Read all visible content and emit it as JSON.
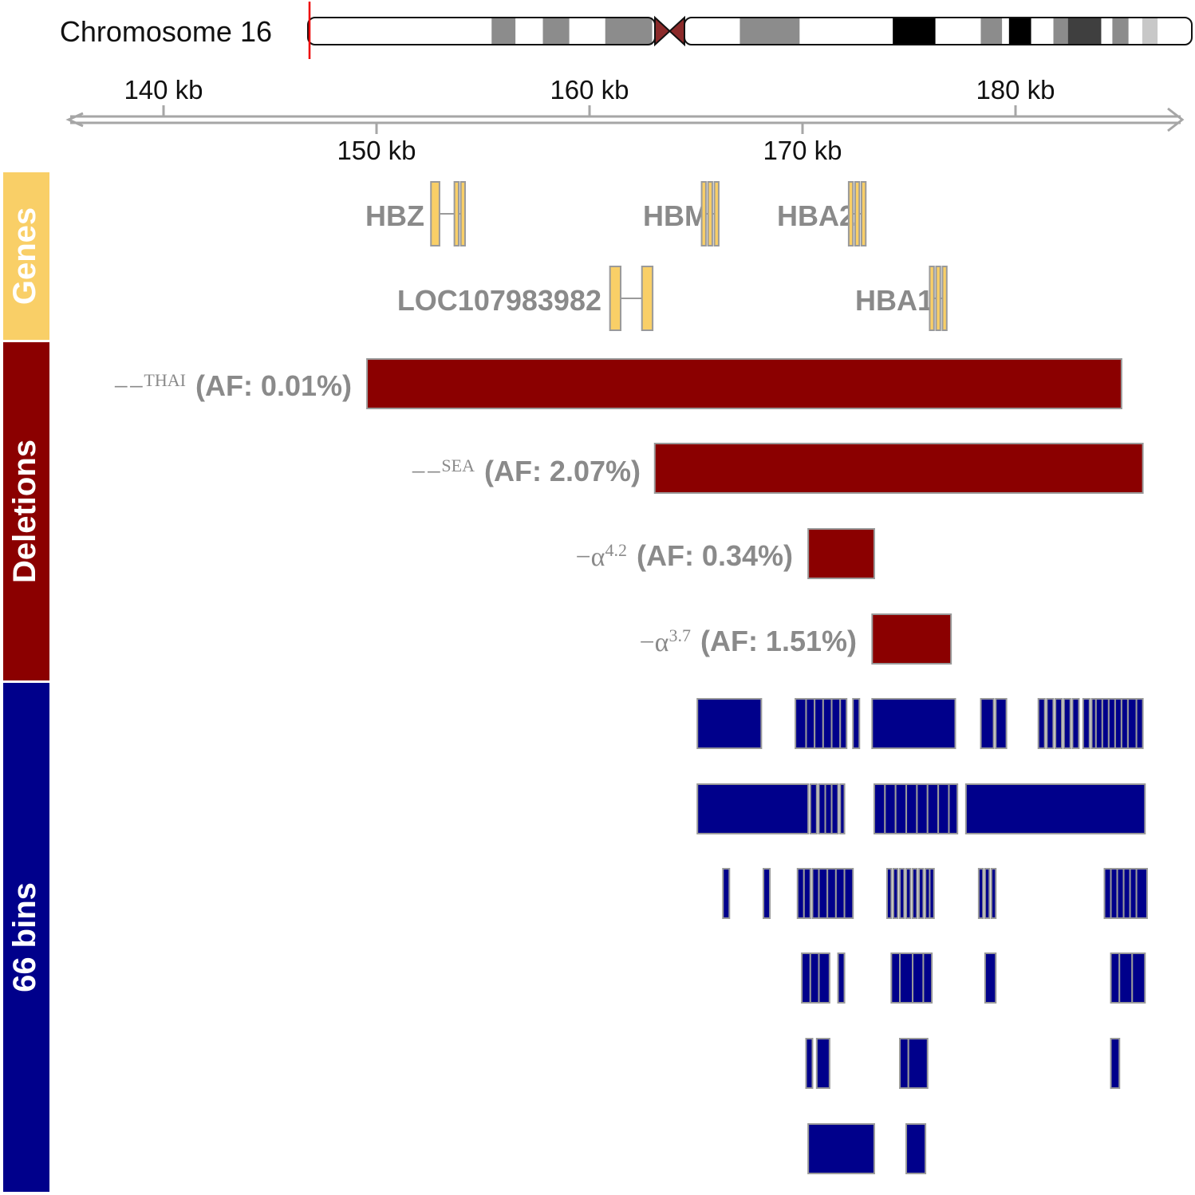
{
  "ideogram": {
    "label": "Chromosome 16",
    "bands": [
      {
        "from": 0.0,
        "to": 0.215,
        "color": "#ffffff"
      },
      {
        "from": 0.215,
        "to": 0.243,
        "color": "#8c8c8c"
      },
      {
        "from": 0.243,
        "to": 0.275,
        "color": "#ffffff"
      },
      {
        "from": 0.275,
        "to": 0.306,
        "color": "#8c8c8c"
      },
      {
        "from": 0.306,
        "to": 0.348,
        "color": "#ffffff"
      },
      {
        "from": 0.348,
        "to": 0.403,
        "color": "#8c8c8c"
      },
      {
        "from": 0.403,
        "to": 0.471,
        "color": "#ffffff"
      },
      {
        "from": 0.471,
        "to": 0.541,
        "color": "#8c8c8c"
      },
      {
        "from": 0.541,
        "to": 0.65,
        "color": "#ffffff"
      },
      {
        "from": 0.65,
        "to": 0.7,
        "color": "#000000"
      },
      {
        "from": 0.7,
        "to": 0.753,
        "color": "#ffffff"
      },
      {
        "from": 0.753,
        "to": 0.778,
        "color": "#8c8c8c"
      },
      {
        "from": 0.778,
        "to": 0.786,
        "color": "#ffffff"
      },
      {
        "from": 0.786,
        "to": 0.812,
        "color": "#000000"
      },
      {
        "from": 0.812,
        "to": 0.838,
        "color": "#ffffff"
      },
      {
        "from": 0.838,
        "to": 0.855,
        "color": "#8c8c8c"
      },
      {
        "from": 0.855,
        "to": 0.894,
        "color": "#3f3f3f"
      },
      {
        "from": 0.894,
        "to": 0.907,
        "color": "#ffffff"
      },
      {
        "from": 0.907,
        "to": 0.926,
        "color": "#8c8c8c"
      },
      {
        "from": 0.926,
        "to": 0.942,
        "color": "#ffffff"
      },
      {
        "from": 0.942,
        "to": 0.96,
        "color": "#c8c8c8"
      },
      {
        "from": 0.96,
        "to": 1.0,
        "color": "#ffffff"
      }
    ],
    "centromere_color": "#8b2a2a",
    "marker_color": "#ee0000"
  },
  "axis": {
    "top_ticks": [
      "140 kb",
      "160 kb",
      "180 kb"
    ],
    "bottom_ticks": [
      "150 kb",
      "170 kb"
    ]
  },
  "tracks": {
    "genes": {
      "label": "Genes",
      "color": "#f9cf67"
    },
    "deletions": {
      "label": "Deletions",
      "color": "#8b0000"
    },
    "bins": {
      "label": "66 bins",
      "color": "#00008b"
    }
  },
  "chart_data": {
    "type": "genome-track",
    "x_unit": "kb",
    "xlim": [
      135.0,
      187.1
    ],
    "genes": [
      {
        "name": "HBZ",
        "row": 0,
        "exons": [
          [
            152.6,
            153.0
          ],
          [
            153.7,
            153.9
          ],
          [
            154.0,
            154.2
          ]
        ]
      },
      {
        "name": "HBM",
        "row": 0,
        "exons": [
          [
            165.3,
            165.5
          ],
          [
            165.6,
            165.8
          ],
          [
            165.9,
            166.1
          ]
        ]
      },
      {
        "name": "HBA2",
        "row": 0,
        "exons": [
          [
            172.2,
            172.4
          ],
          [
            172.5,
            172.7
          ],
          [
            172.8,
            173.0
          ]
        ]
      },
      {
        "name": "LOC107983982",
        "row": 1,
        "exons": [
          [
            161.0,
            161.5
          ],
          [
            162.5,
            163.0
          ]
        ]
      },
      {
        "name": "HBA1",
        "row": 1,
        "exons": [
          [
            176.0,
            176.2
          ],
          [
            176.3,
            176.5
          ],
          [
            176.6,
            176.8
          ]
        ]
      }
    ],
    "deletions": [
      {
        "name": "THAI",
        "prefix": "−−",
        "af": "(AF: 0.01%)",
        "start": 149.6,
        "end": 185.0
      },
      {
        "name": "SEA",
        "prefix": "−−",
        "af": "(AF: 2.07%)",
        "start": 163.1,
        "end": 186.0
      },
      {
        "name": "4.2",
        "prefix": "−α",
        "af": "(AF: 0.34%)",
        "start": 170.3,
        "end": 173.4
      },
      {
        "name": "3.7",
        "prefix": "−α",
        "af": "(AF: 1.51%)",
        "start": 173.3,
        "end": 177.0
      }
    ],
    "bins": [
      [
        [
          165.1,
          168.1
        ],
        [
          169.7,
          170.2
        ],
        [
          170.2,
          170.6
        ],
        [
          170.6,
          171.0
        ],
        [
          171.0,
          171.4
        ],
        [
          171.4,
          171.8
        ],
        [
          171.8,
          172.1
        ],
        [
          172.4,
          172.7
        ],
        [
          173.3,
          177.2
        ],
        [
          178.4,
          179.0
        ],
        [
          179.1,
          179.6
        ],
        [
          181.1,
          181.4
        ],
        [
          181.5,
          181.8
        ],
        [
          181.9,
          182.2
        ],
        [
          182.3,
          182.6
        ],
        [
          182.7,
          183.0
        ],
        [
          183.2,
          183.5
        ],
        [
          183.6,
          183.8
        ],
        [
          183.8,
          184.1
        ],
        [
          184.1,
          184.4
        ],
        [
          184.4,
          184.7
        ],
        [
          184.7,
          185.0
        ],
        [
          185.0,
          185.3
        ],
        [
          185.3,
          185.7
        ],
        [
          185.7,
          186.0
        ]
      ],
      [
        [
          165.1,
          170.3
        ],
        [
          170.4,
          170.7
        ],
        [
          170.8,
          171.1
        ],
        [
          171.1,
          171.4
        ],
        [
          171.4,
          171.7
        ],
        [
          171.8,
          172.0
        ],
        [
          173.4,
          173.9
        ],
        [
          173.9,
          174.4
        ],
        [
          174.4,
          174.9
        ],
        [
          174.9,
          175.4
        ],
        [
          175.4,
          175.9
        ],
        [
          175.9,
          176.4
        ],
        [
          176.4,
          176.9
        ],
        [
          176.9,
          177.3
        ],
        [
          177.7,
          186.1
        ]
      ],
      [
        [
          166.3,
          166.6
        ],
        [
          168.2,
          168.5
        ],
        [
          169.8,
          170.1
        ],
        [
          170.1,
          170.4
        ],
        [
          170.5,
          170.8
        ],
        [
          170.8,
          171.2
        ],
        [
          171.2,
          171.6
        ],
        [
          171.6,
          172.0
        ],
        [
          172.0,
          172.4
        ],
        [
          174.0,
          174.2
        ],
        [
          174.3,
          174.5
        ],
        [
          174.6,
          174.8
        ],
        [
          174.9,
          175.1
        ],
        [
          175.2,
          175.4
        ],
        [
          175.5,
          175.7
        ],
        [
          175.8,
          176.0
        ],
        [
          176.0,
          176.2
        ],
        [
          178.3,
          178.5
        ],
        [
          178.6,
          178.8
        ],
        [
          178.9,
          179.1
        ],
        [
          184.2,
          184.5
        ],
        [
          184.5,
          184.8
        ],
        [
          184.8,
          185.1
        ],
        [
          185.1,
          185.4
        ],
        [
          185.4,
          185.7
        ],
        [
          185.7,
          186.2
        ]
      ],
      [
        [
          170.0,
          170.4
        ],
        [
          170.4,
          170.8
        ],
        [
          170.8,
          171.3
        ],
        [
          171.7,
          172.0
        ],
        [
          174.2,
          174.6
        ],
        [
          174.6,
          175.2
        ],
        [
          175.2,
          175.7
        ],
        [
          175.7,
          176.1
        ],
        [
          178.6,
          179.1
        ],
        [
          184.5,
          184.9
        ],
        [
          184.9,
          185.5
        ],
        [
          185.5,
          186.1
        ]
      ],
      [
        [
          170.2,
          170.5
        ],
        [
          170.7,
          171.3
        ],
        [
          174.6,
          175.0
        ],
        [
          175.0,
          175.9
        ],
        [
          184.5,
          184.9
        ]
      ],
      [
        [
          170.3,
          173.4
        ],
        [
          174.9,
          175.8
        ]
      ]
    ]
  }
}
